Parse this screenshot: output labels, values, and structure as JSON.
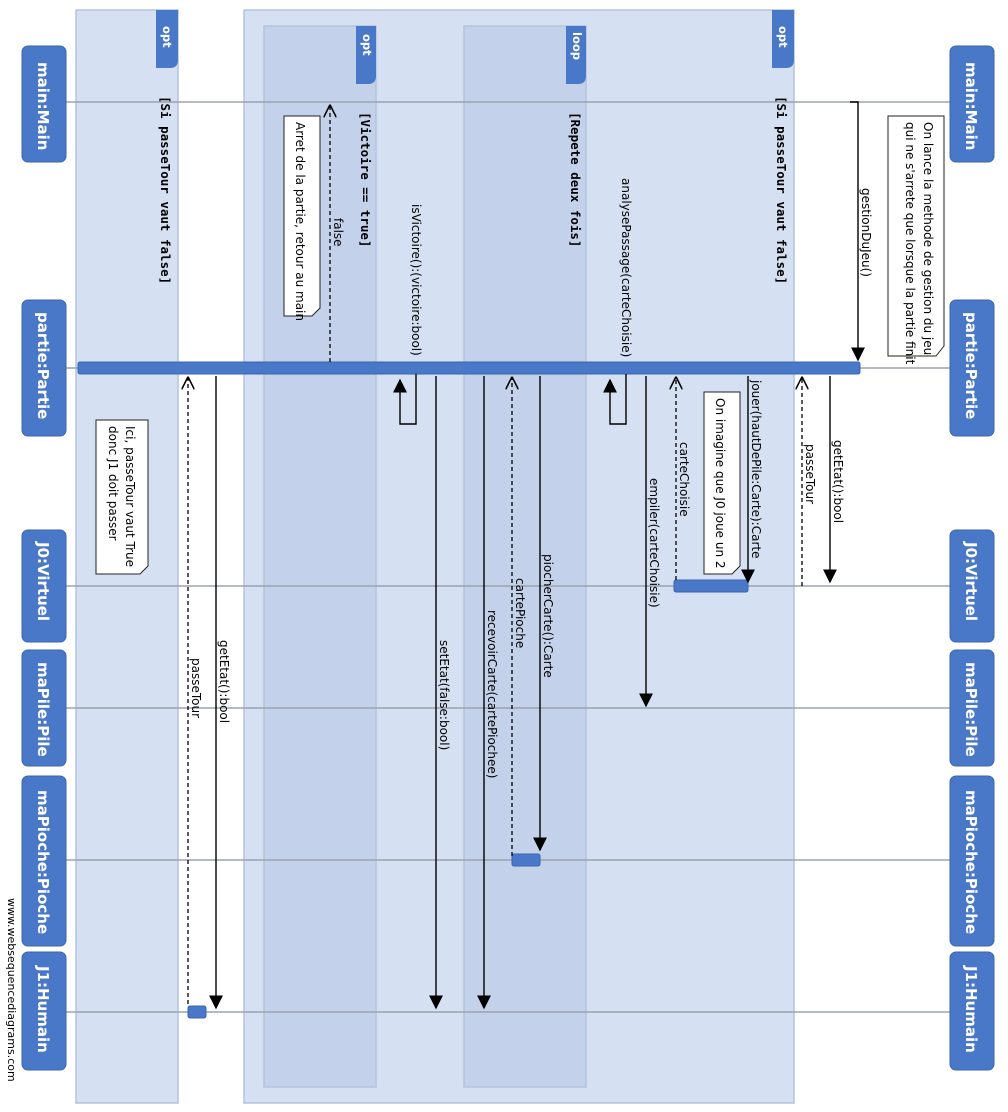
{
  "actors": [
    {
      "id": "main",
      "label": "main:Main"
    },
    {
      "id": "partie",
      "label": "partie:Partie"
    },
    {
      "id": "j0",
      "label": "J0:Virtuel"
    },
    {
      "id": "pile",
      "label": "maPile:Pile"
    },
    {
      "id": "pioche",
      "label": "maPioche:Pioche"
    },
    {
      "id": "j1",
      "label": "J1:Humain"
    }
  ],
  "frames": [
    {
      "tab": "opt",
      "guard": "[Si passeTour vaut false]"
    },
    {
      "tab": "opt",
      "guard": "[Victoire == true]"
    },
    {
      "tab": "loop",
      "guard": "[Repete deux fois]"
    },
    {
      "tab": "opt",
      "guard": "[Si passeTour vaut false]"
    }
  ],
  "messages": [
    {
      "id": "m1",
      "label": "gestionDuJeu()",
      "from": "main",
      "to": "partie",
      "style": "solid"
    },
    {
      "id": "m2",
      "label": "getEtat():bool",
      "from": "partie",
      "to": "j0",
      "style": "solid"
    },
    {
      "id": "m3",
      "label": "passeTour",
      "from": "j0",
      "to": "partie",
      "style": "dashed"
    },
    {
      "id": "m4",
      "label": "jouer(hautDePile:Carte):Carte",
      "from": "partie",
      "to": "j0",
      "style": "solid"
    },
    {
      "id": "m5",
      "label": "carteChoisie",
      "from": "j0",
      "to": "partie",
      "style": "dashed"
    },
    {
      "id": "m6",
      "label": "empiler(carteChoisie)",
      "from": "partie",
      "to": "pile",
      "style": "solid"
    },
    {
      "id": "m7",
      "label": "analysePassage(carteChoisie)",
      "from": "partie",
      "to": "partie",
      "style": "self"
    },
    {
      "id": "m8",
      "label": "piocherCarte():Carte",
      "from": "partie",
      "to": "pioche",
      "style": "solid"
    },
    {
      "id": "m9",
      "label": "cartePioche",
      "from": "pioche",
      "to": "partie",
      "style": "dashed"
    },
    {
      "id": "m10",
      "label": "recevoirCarte(cartePiochee)",
      "from": "partie",
      "to": "j1",
      "style": "solid"
    },
    {
      "id": "m11",
      "label": "setEtat(false:bool)",
      "from": "partie",
      "to": "j1",
      "style": "solid"
    },
    {
      "id": "m12",
      "label": "isVictoire():(victoire:bool)",
      "from": "partie",
      "to": "partie",
      "style": "self"
    },
    {
      "id": "m13",
      "label": "false",
      "from": "partie",
      "to": "main",
      "style": "dashed"
    },
    {
      "id": "m14",
      "label": "getEtat():bool",
      "from": "partie",
      "to": "j1",
      "style": "solid"
    },
    {
      "id": "m15",
      "label": "passeTour",
      "from": "j1",
      "to": "partie",
      "style": "dashed"
    }
  ],
  "notes": {
    "gestion": [
      "On lance la methode de gestion du jeu",
      "qui ne s'arrete que lorsque la partie finit"
    ],
    "j0": [
      "On imagine que J0 joue un 2"
    ],
    "retour": [
      "Arret de la partie, retour au main"
    ],
    "passe": [
      "Ici, passeTour vaut True",
      "donc J1 doit passer"
    ]
  },
  "watermark": "www.websequencediagrams.com"
}
